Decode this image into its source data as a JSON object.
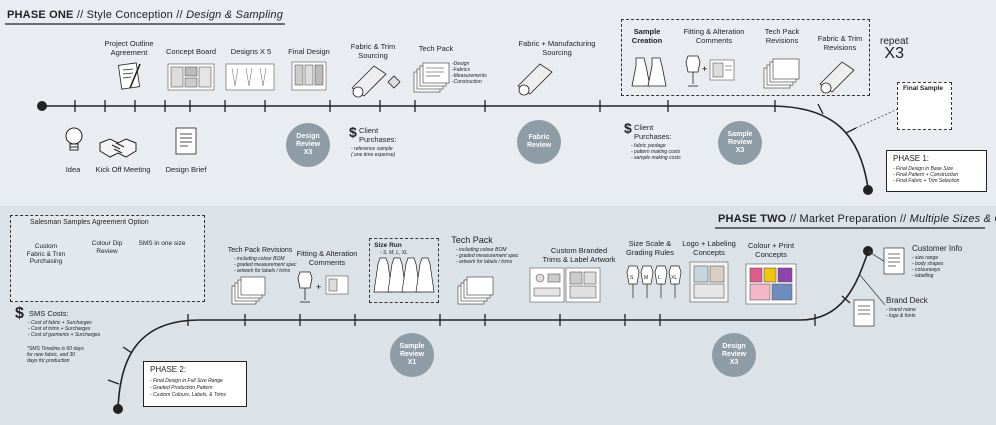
{
  "phase1": {
    "label": "PHASE ONE",
    "sep1": "//",
    "subtitle": "Style Conception",
    "sep2": "//",
    "subtitle2": "Design & Sampling",
    "steps_top": [
      {
        "id": "project-outline",
        "label": "Project Outline\nAgreement"
      },
      {
        "id": "concept-board",
        "label": "Concept Board"
      },
      {
        "id": "designs-x5",
        "label": "Designs X 5"
      },
      {
        "id": "final-design",
        "label": "Final Design"
      },
      {
        "id": "fabric-trim-sourcing",
        "label": "Fabric & Trim\nSourcing"
      },
      {
        "id": "tech-pack",
        "label": "Tech Pack"
      },
      {
        "id": "fabric-manufacturing-sourcing",
        "label": "Fabric + Manufacturing\nSourcing"
      }
    ],
    "tech_pack_notes": "-Design\n-Fabrics\n-Measurements\n-Construction",
    "steps_bottom": [
      {
        "id": "idea",
        "label": "Idea"
      },
      {
        "id": "kick-off",
        "label": "Kick Off Meeting"
      },
      {
        "id": "design-brief",
        "label": "Design Brief"
      }
    ],
    "circles": [
      {
        "id": "design-review",
        "label": "Design\nReview\nX3"
      },
      {
        "id": "fabric-review",
        "label": "Fabric\nReview"
      },
      {
        "id": "sample-review",
        "label": "Sample\nReview\nX3"
      }
    ],
    "client_purchase_1": {
      "symbol": "$",
      "title": "Client\nPurchases:",
      "notes": "- reference sample\n( one time expense)"
    },
    "client_purchase_2": {
      "symbol": "$",
      "title": "Client\nPurchases:",
      "notes": "- fabric yardage\n- pattern making costs\n- sample making costs"
    },
    "sample_box": [
      {
        "id": "sample-creation",
        "label": "Sample\nCreation"
      },
      {
        "id": "fitting-alteration",
        "label": "Fitting & Alteration\nComments"
      },
      {
        "id": "tech-pack-revisions",
        "label": "Tech Pack\nRevisions"
      },
      {
        "id": "fabric-trim-revisions",
        "label": "Fabric & Trim\nRevisions"
      }
    ],
    "repeat": {
      "word": "repeat",
      "count": "X3"
    },
    "final_sample": "Final Sample",
    "summary": {
      "title": "PHASE 1:",
      "items": [
        "- Final Design in Base Size",
        "- Final Pattern + Construction",
        "- Final Fabric + Trim Selection"
      ]
    }
  },
  "phase2": {
    "label": "PHASE TWO",
    "sep1": "//",
    "subtitle": "Market Preparation",
    "sep2": "//",
    "subtitle2": "Multiple Sizes & Colous",
    "sms_box": {
      "title": "Salesman Samples Agreement Option",
      "items": [
        {
          "id": "custom-fabric",
          "label": "Custom\nFabric & Trim\nPurchasing"
        },
        {
          "id": "colour-dip",
          "label": "Colour Dip\nReview"
        },
        {
          "id": "sms-one-size",
          "label": "SMS in one size"
        }
      ]
    },
    "sms_costs": {
      "symbol": "$",
      "title": "SMS Costs:",
      "items": [
        "- Cost of fabric + Surcharges",
        "- Cost of trims + Surcharges",
        "- Cost of garments + Surcharges"
      ],
      "note": "*SMS Timeline is 60 days\nfor new fabric, and 30\ndays for production"
    },
    "steps": [
      {
        "id": "tp-revisions",
        "label": "Tech Pack Revisions",
        "notes": "- including colour BOM\n- graded measurement spec\n- artwork for labels / trims"
      },
      {
        "id": "fitting-alteration-2",
        "label": "Fitting & Alteration\nComments"
      },
      {
        "id": "size-run",
        "label": "Size Run",
        "notes": "- S, M, L, XL"
      },
      {
        "id": "tech-pack-2",
        "label": "Tech Pack",
        "notes": "- including colour BOM\n- graded measurement spec\n- artwork for labels / trims"
      },
      {
        "id": "custom-branded",
        "label": "Custom Branded\nTrims & Label Artwork"
      },
      {
        "id": "size-scale",
        "label": "Size Scale &\nGrading Rules"
      },
      {
        "id": "logo-labeling",
        "label": "Logo + Labeling\nConcepts"
      },
      {
        "id": "colour-print",
        "label": "Colour + Print\nConcepts"
      }
    ],
    "size_tags": [
      "S",
      "M",
      "L",
      "XL"
    ],
    "circles": [
      {
        "id": "sample-review-x1",
        "label": "Sample\nReview\nX1"
      },
      {
        "id": "design-review-x3",
        "label": "Design\nReview\nX3"
      }
    ],
    "customer_info": {
      "title": "Customer Info",
      "items": [
        "- size range",
        "- body shapes",
        "- colourways",
        "- labelling"
      ]
    },
    "brand_deck": {
      "title": "Brand Deck",
      "items": [
        "- brand name",
        "- logo & fonts"
      ]
    },
    "summary": {
      "title": "PHASE 2:",
      "items": [
        "- Final Design in Full Size Range",
        "- Graded Production Pattern",
        "- Custom Colours, Labels, & Trims"
      ]
    }
  }
}
